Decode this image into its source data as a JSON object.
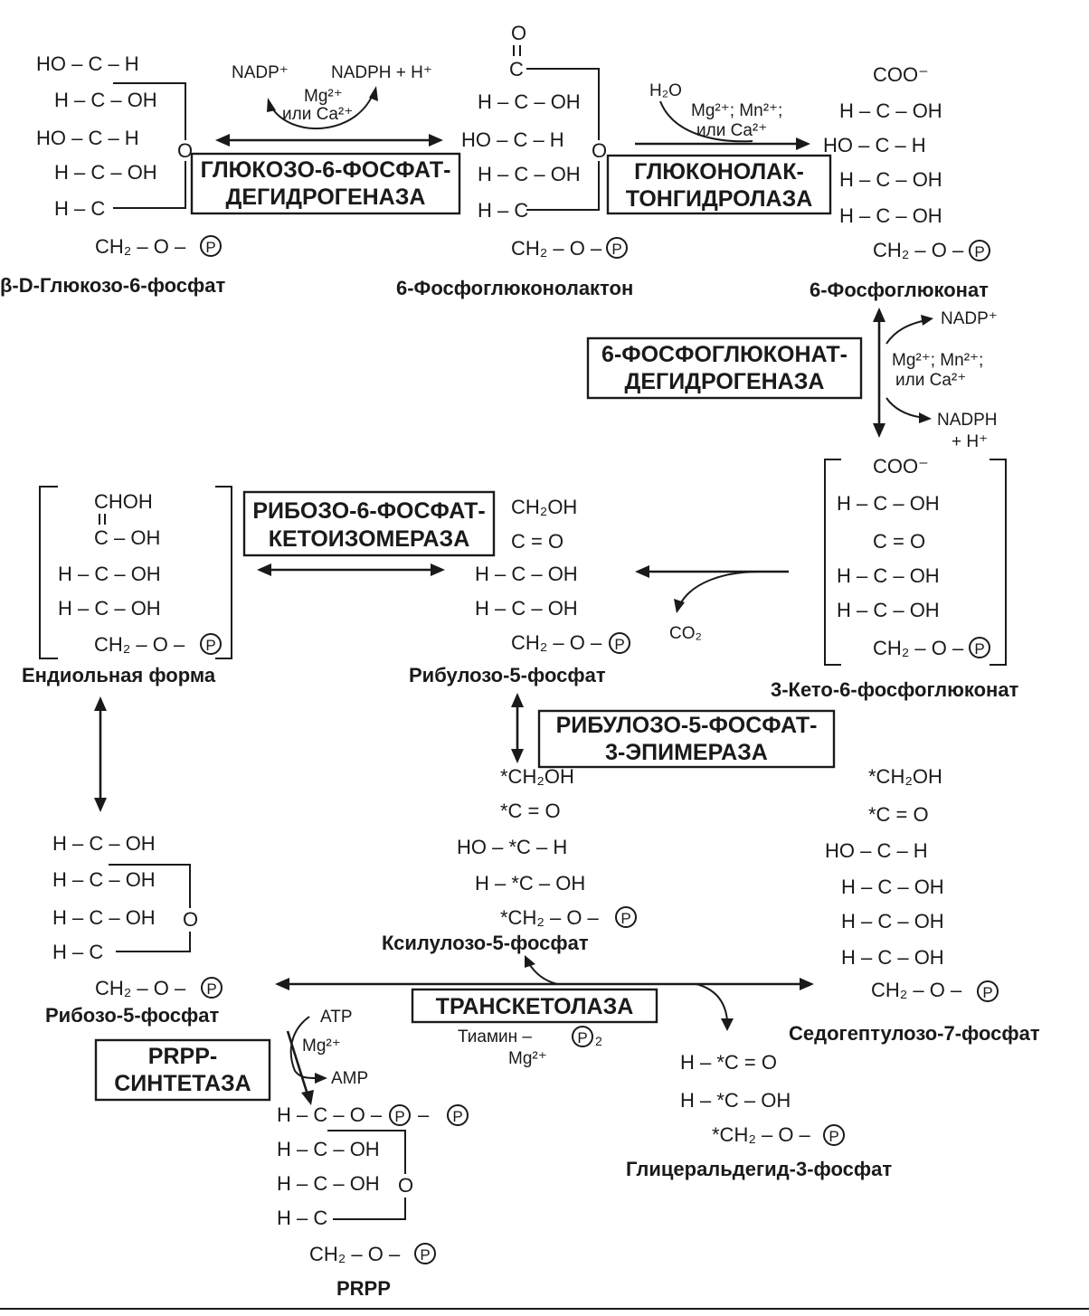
{
  "colors": {
    "ink": "#1a1a1a",
    "background": "#ffffff"
  },
  "p_symbol": "P",
  "enzymes": {
    "g6pdh": [
      "ГЛЮКОЗО-6-ФОСФАТ-",
      "ДЕГИДРОГЕНАЗА"
    ],
    "lactonase": [
      "ГЛЮКОНОЛАК-",
      "ТОНГИДРОЛАЗА"
    ],
    "pgdh": [
      "6-ФОСФОГЛЮКОНАТ-",
      "ДЕГИДРОГЕНАЗА"
    ],
    "rpi": [
      "РИБОЗО-6-ФОСФАТ-",
      "КЕТОИЗОМЕРАЗА"
    ],
    "rpe": [
      "РИБУЛОЗО-5-ФОСФАТ-",
      "3-ЭПИМЕРАЗА"
    ],
    "tk": [
      "ТРАНСКЕТОЛАЗА"
    ],
    "prpps": [
      "PRPP-",
      "СИНТЕТАЗА"
    ]
  },
  "compounds": {
    "g6p": {
      "name": "β-D-Глюкозо-6-фосфат",
      "lines": [
        "HO – C – H",
        "H – C – OH",
        "HO – C – H",
        "H – C – OH",
        "H – C",
        "CH₂ – O –"
      ],
      "ring_o": "O"
    },
    "lactone": {
      "name": "6-Фосфоглюконолактон",
      "top_o": "O",
      "lines": [
        "C",
        "H – C – OH",
        "HO – C – H",
        "H – C – OH",
        "H – C",
        "CH₂ – O –"
      ],
      "ring_o": "O"
    },
    "pgluconate": {
      "name": "6-Фосфоглюконат",
      "lines": [
        "COO⁻",
        "H – C – OH",
        "HO – C – H",
        "H – C – OH",
        "H – C – OH",
        "CH₂ – O –"
      ]
    },
    "keto": {
      "name": "3-Кето-6-фосфоглюконат",
      "lines": [
        "COO⁻",
        "H – C – OH",
        "C = O",
        "H – C – OH",
        "H – C – OH",
        "CH₂ – O –"
      ]
    },
    "enediol": {
      "name": "Ендиольная форма",
      "lines": [
        "CHOH",
        "C – OH",
        "H – C – OH",
        "H – C – OH",
        "CH₂ – O –"
      ]
    },
    "ru5p": {
      "name": "Рибулозо-5-фосфат",
      "lines": [
        "CH₂OH",
        "C = O",
        "H – C – OH",
        "H – C – OH",
        "CH₂ – O –"
      ]
    },
    "xu5p": {
      "name": "Ксилулозо-5-фосфат",
      "lines": [
        "*CH₂OH",
        "*C = O",
        "HO – *C – H",
        "H – *C – OH",
        "*CH₂ – O –"
      ]
    },
    "s7p": {
      "name": "Седогептулозо-7-фосфат",
      "lines": [
        "*CH₂OH",
        "*C = O",
        "HO – C – H",
        "H – C – OH",
        "H – C – OH",
        "H – C – OH",
        "CH₂ – O –"
      ]
    },
    "r5p": {
      "name": "Рибозо-5-фосфат",
      "lines": [
        "H – C – OH",
        "H – C – OH",
        "H – C – OH",
        "H – C",
        "CH₂ – O –"
      ],
      "ring_o": "O"
    },
    "g3p": {
      "name": "Глицеральдегид-3-фосфат",
      "lines": [
        "H – *C = O",
        "H – *C – OH",
        "*CH₂ – O –"
      ]
    },
    "prpp": {
      "name": "PRPP",
      "lines": [
        "H – C – O –",
        "H – C – OH",
        "H – C – OH",
        "H – C",
        "CH₂ – O –"
      ],
      "ring_o": "O"
    }
  },
  "cofactors": {
    "nadp1": "NADP⁺",
    "nadph1": "NADPH + H⁺",
    "metal1a": "Mg²⁺",
    "metal1b": "или Ca²⁺",
    "h2o": "H₂O",
    "metal2a": "Mg²⁺; Mn²⁺;",
    "metal2b": "или Ca²⁺",
    "nadp2": "NADP⁺",
    "metal3a": "Mg²⁺; Mn²⁺;",
    "metal3b": "или Ca²⁺",
    "nadph2a": "NADPH",
    "nadph2b": "+ H⁺",
    "co2": "CO₂",
    "tpp": "Тиамин –",
    "tpp_sub": "2",
    "tk_mg": "Mg²⁺",
    "atp": "ATP",
    "prpp_mg": "Mg²⁺",
    "amp": "AMP"
  }
}
